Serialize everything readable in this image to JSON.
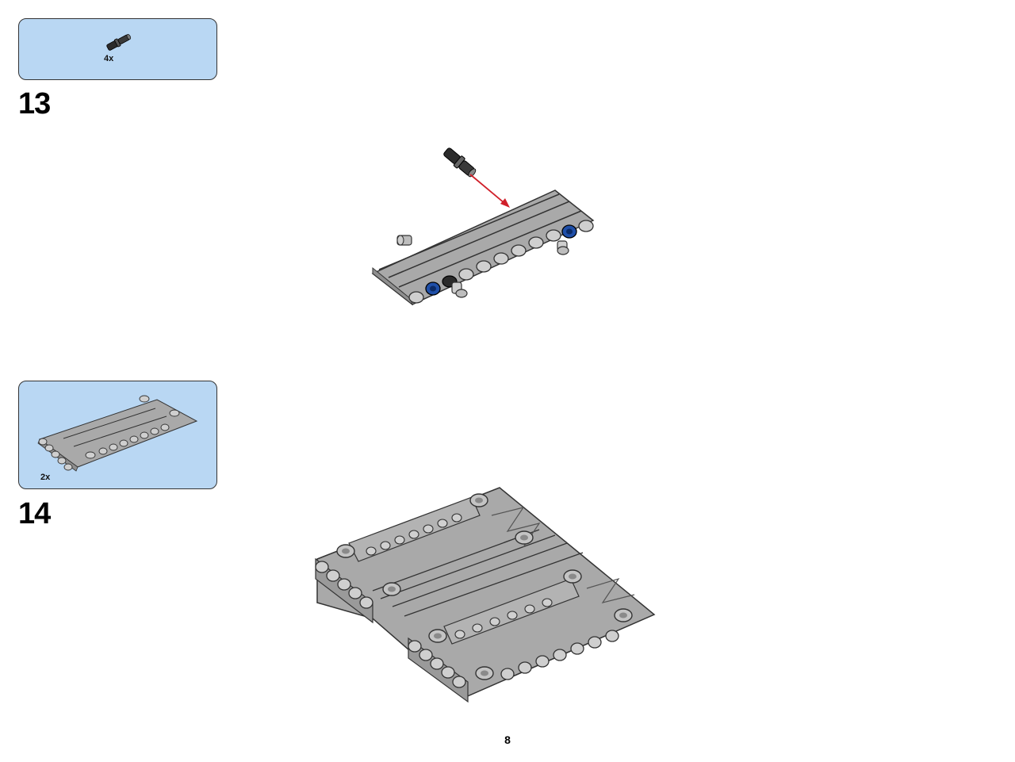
{
  "page": {
    "number": "8"
  },
  "steps": [
    {
      "number": "13",
      "parts": [
        {
          "name": "black-axle-pin-with-friction",
          "quantity": "4x"
        }
      ]
    },
    {
      "number": "14",
      "parts": [
        {
          "name": "light-grey-technic-panel-assembly",
          "quantity": "2x"
        }
      ]
    }
  ],
  "colors": {
    "parts_box_background": "#b9d7f3",
    "part_light_grey": "#a9a9a9",
    "part_dark_grey": "#3a3a3a",
    "pin_blue": "#1f4fa8",
    "arrow_red": "#d0202a"
  },
  "icons": [
    "pin-icon",
    "panel-icon",
    "insertion-arrow-icon"
  ]
}
